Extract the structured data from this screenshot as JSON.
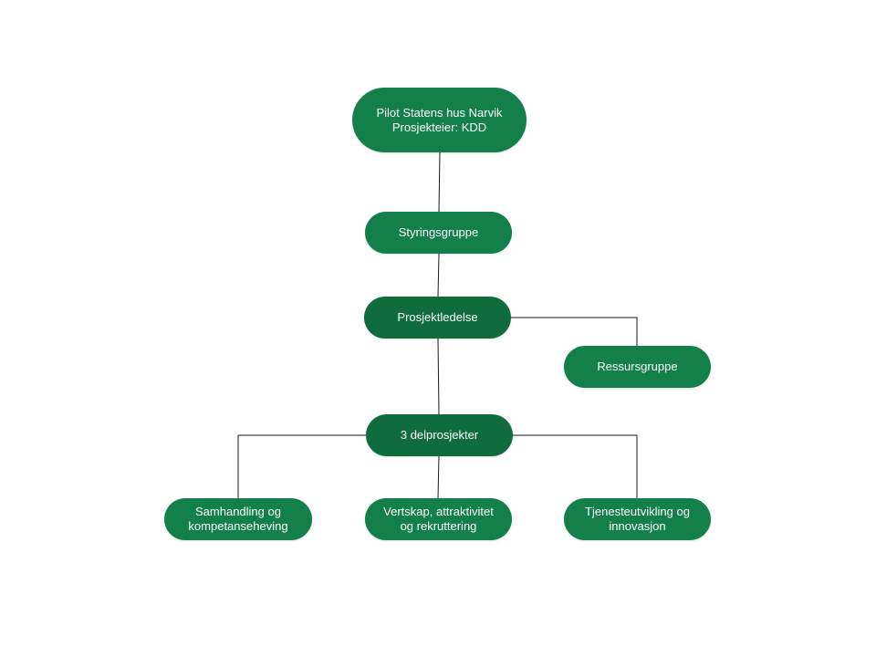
{
  "diagram": {
    "nodes": {
      "root": {
        "line1": "Pilot Statens hus Narvik",
        "line2": "Prosjekteier: KDD"
      },
      "styringsgruppe": {
        "line1": "Styringsgruppe"
      },
      "prosjektledelse": {
        "line1": "Prosjektledelse"
      },
      "ressursgruppe": {
        "line1": "Ressursgruppe"
      },
      "delprosjekter": {
        "line1": "3 delprosjekter"
      },
      "samhandling": {
        "line1": "Samhandling og",
        "line2": "kompetanseheving"
      },
      "vertskap": {
        "line1": "Vertskap, attraktivitet",
        "line2": "og rekruttering"
      },
      "tjenesteutvikling": {
        "line1": "Tjenesteutvikling og",
        "line2": "innovasjon"
      }
    },
    "edges": [
      [
        "root",
        "styringsgruppe"
      ],
      [
        "styringsgruppe",
        "prosjektledelse"
      ],
      [
        "prosjektledelse",
        "ressursgruppe"
      ],
      [
        "prosjektledelse",
        "delprosjekter"
      ],
      [
        "delprosjekter",
        "samhandling"
      ],
      [
        "delprosjekter",
        "vertskap"
      ],
      [
        "delprosjekter",
        "tjenesteutvikling"
      ]
    ],
    "colors": {
      "node_fill": "#128048",
      "node_fill_dark": "#0f6d3d",
      "node_text": "#ffffff",
      "connector": "#1a1a1a"
    }
  }
}
